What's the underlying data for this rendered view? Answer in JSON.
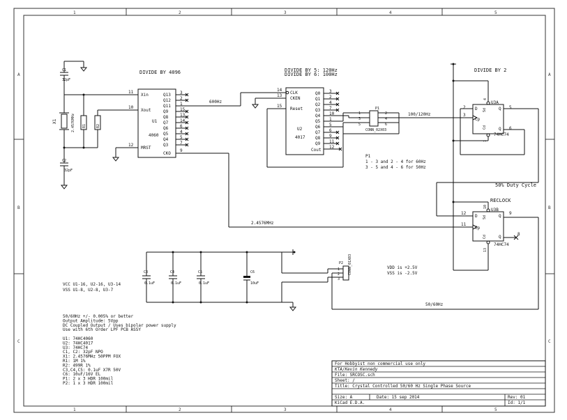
{
  "frame": {
    "columns": [
      "1",
      "2",
      "3",
      "4",
      "5"
    ],
    "rows": [
      "A",
      "B",
      "C"
    ]
  },
  "headings": {
    "divide_4096": "DIVIDE BY 4096",
    "divide_5_120": "DIVIDE BY 5: 120Hz",
    "divide_6_100": "DIVIDE BY 6: 100Hz",
    "divide_2": "DIVIDE BY 2",
    "reclock": "RECLOCK",
    "duty": "50% Duty Cycle"
  },
  "nets": {
    "n600": "600Hz",
    "n100_120": "100/120Hz",
    "clk": "2.4576MHz",
    "out": "50/60Hz"
  },
  "u1": {
    "ref": "U1",
    "value": "4060",
    "pins_left": [
      {
        "num": "11",
        "name": "Xin"
      },
      {
        "num": "10",
        "name": "Xout"
      },
      {
        "num": "12",
        "name": "MRST"
      }
    ],
    "pins_right": [
      {
        "num": "3",
        "name": "Q13"
      },
      {
        "num": "2",
        "name": "Q12"
      },
      {
        "num": "1",
        "name": "Q11"
      },
      {
        "num": "15",
        "name": "Q9"
      },
      {
        "num": "13",
        "name": "Q8"
      },
      {
        "num": "14",
        "name": "Q7"
      },
      {
        "num": "6",
        "name": "Q6"
      },
      {
        "num": "4",
        "name": "Q5"
      },
      {
        "num": "5",
        "name": "Q4"
      },
      {
        "num": "7",
        "name": "Q3"
      },
      {
        "num": "9",
        "name": "CKO"
      }
    ]
  },
  "u2": {
    "ref": "U2",
    "value": "4017",
    "pins_left": [
      {
        "num": "14",
        "name": "CLK"
      },
      {
        "num": "13",
        "name": "CKEN"
      },
      {
        "num": "15",
        "name": "Reset"
      }
    ],
    "pins_right": [
      {
        "num": "3",
        "name": "Q0"
      },
      {
        "num": "2",
        "name": "Q1"
      },
      {
        "num": "4",
        "name": "Q2"
      },
      {
        "num": "7",
        "name": "Q3"
      },
      {
        "num": "10",
        "name": "Q4"
      },
      {
        "num": "1",
        "name": "Q5"
      },
      {
        "num": "5",
        "name": "Q6"
      },
      {
        "num": "6",
        "name": "Q7"
      },
      {
        "num": "9",
        "name": "Q8"
      },
      {
        "num": "11",
        "name": "Q9"
      },
      {
        "num": "12",
        "name": "Cout"
      }
    ]
  },
  "p1": {
    "ref": "P1",
    "value": "CONN_02X03",
    "pins": [
      "1",
      "2",
      "3",
      "4",
      "5",
      "6"
    ],
    "note_title": "P1",
    "note1": "1 - 3 and 2 - 4 for 60Hz",
    "note2": "3 - 5 and 4 - 6 for 50Hz"
  },
  "p2": {
    "ref": "P2",
    "value": "CONN_01X03",
    "pins": [
      "1",
      "2",
      "3"
    ]
  },
  "u3a": {
    "ref": "U3A",
    "value": "74HC74",
    "pins": {
      "d": "2",
      "cp": "3",
      "sd": "4",
      "cd": "1",
      "q": "5",
      "qn": "6"
    },
    "names": {
      "d": "D",
      "cp": "Cp",
      "sd": "Sd",
      "cd": "Cd",
      "q": "Q",
      "qn": "Q"
    }
  },
  "u3b": {
    "ref": "U3B",
    "value": "74HC74",
    "pins": {
      "d": "12",
      "cp": "11",
      "sd": "10",
      "cd": "13",
      "q": "9",
      "qn": "8"
    },
    "names": {
      "d": "D",
      "cp": "Cp",
      "sd": "Sd",
      "cd": "Cd",
      "q": "Q",
      "qn": "Q"
    }
  },
  "parts": {
    "c1": {
      "ref": "C1",
      "value": "32pF"
    },
    "c2": {
      "ref": "C2",
      "value": "32pF"
    },
    "x1": {
      "ref": "X1",
      "value": "2.4576MHz"
    },
    "r1": {
      "ref": "R1",
      "value": "1M"
    },
    "r2": {
      "ref": "R2",
      "value": "499R"
    },
    "c3": {
      "ref": "C3",
      "value": "0.1uF"
    },
    "c4": {
      "ref": "C4",
      "value": "0.1uF"
    },
    "c5": {
      "ref": "C5",
      "value": "0.1uF"
    },
    "c6": {
      "ref": "C6",
      "value": "10uF"
    }
  },
  "supply": {
    "vcc": "VCC U1-16, U2-16, U3-14",
    "vss": "VSS U1-8, U2-8, U3-7",
    "vdd_rail": "VDD is +2.5V",
    "vss_rail": "VSS is -2.5V"
  },
  "notes": [
    "50/60Hz +/- 0.005% or better",
    "Output Amplitude: 5Vpp",
    "DC Coupled Output / Uses bipolar power supply",
    "Use with 6th Order LPF PCB ASSY",
    "",
    "U1: 74HC4060",
    "U2: 74HC4017",
    "U3: 74HC74",
    "C1, C2: 32pF NPO",
    "X1: 2.4576MHz 50PPM FOX",
    "R1: 1M 1%",
    "R2: 499R 1%",
    "C3,C4,C5: 0.1uF X7R 50V",
    "C6: 10uF/16V EL",
    "P1: 2 x 3 HDR 100mil",
    "P2: 1 x 3 HDR 100mil"
  ],
  "titleblock": {
    "line1": "For Hobbyist non commercial use only",
    "line2": "KTA/Kevin Kennedy",
    "file": "File: SRCOSC.sch",
    "sheet": "Sheet: /",
    "title": "Title: Crystal Controlled 50/60 Hz Single Phase Source",
    "size": "Size: A",
    "date": "Date: 15 sep 2014",
    "rev": "Rev: 01",
    "tool": "KiCad E.D.A.",
    "id": "Id: 1/1"
  }
}
